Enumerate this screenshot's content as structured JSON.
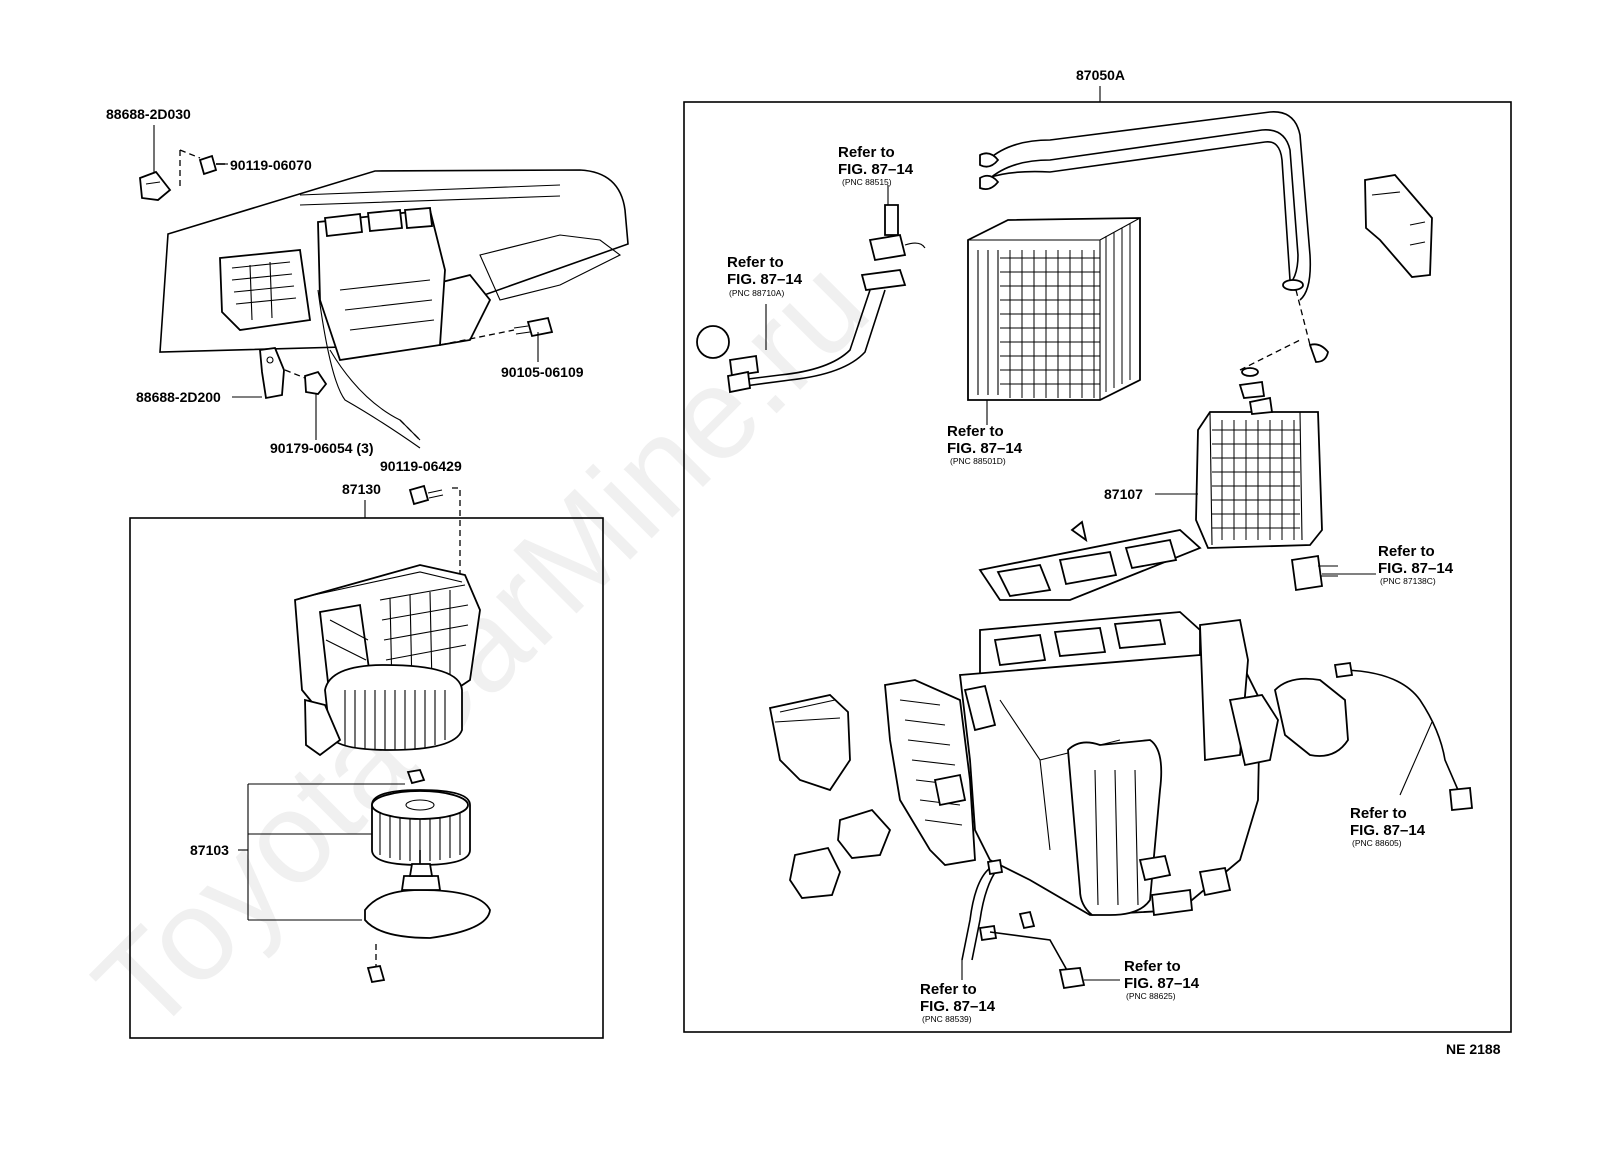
{
  "watermark": "ToyotaCarMine.ru",
  "figure_code": "NE 2188",
  "assemblies": {
    "heater_unit": "87050A",
    "blower_unit": "87130"
  },
  "labels": {
    "bracket_top": "88688-2D030",
    "screw_top": "90119-06070",
    "bolt_right": "90105-06109",
    "bracket_bottom": "88688-2D200",
    "nut_bottom": "90179-06054 (3)",
    "screw_blower": "90119-06429",
    "motor_kit": "87103",
    "heater_core": "87107"
  },
  "references": [
    {
      "line1": "Refer to",
      "line2": "FIG. 87–14",
      "pnc": "(PNC 88515)"
    },
    {
      "line1": "Refer to",
      "line2": "FIG. 87–14",
      "pnc": "(PNC 88710A)"
    },
    {
      "line1": "Refer to",
      "line2": "FIG. 87–14",
      "pnc": "(PNC 88501D)"
    },
    {
      "line1": "Refer to",
      "line2": "FIG. 87–14",
      "pnc": "(PNC 87138C)"
    },
    {
      "line1": "Refer to",
      "line2": "FIG. 87–14",
      "pnc": "(PNC 88605)"
    },
    {
      "line1": "Refer to",
      "line2": "FIG. 87–14",
      "pnc": "(PNC 88625)"
    },
    {
      "line1": "Refer to",
      "line2": "FIG. 87–14",
      "pnc": "(PNC 88539)"
    }
  ]
}
